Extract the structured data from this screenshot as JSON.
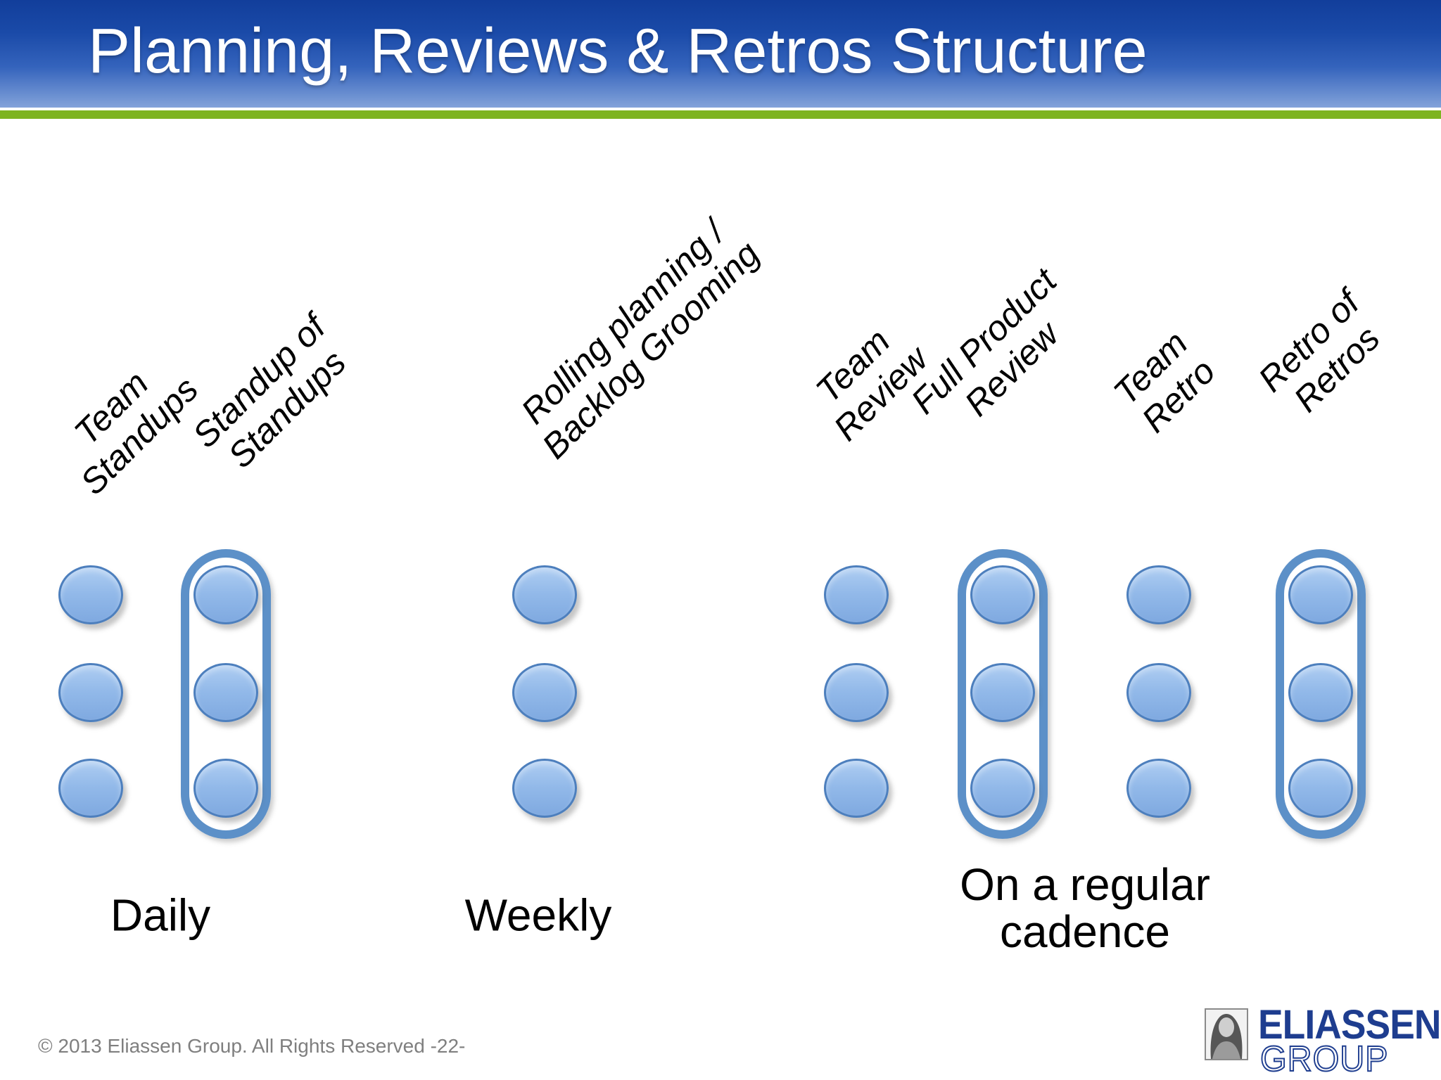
{
  "slide": {
    "title": "Planning, Reviews & Retros Structure"
  },
  "columns": [
    {
      "label": "Team\nStandups",
      "highlighted": false,
      "group": "Daily"
    },
    {
      "label": "Standup of\nStandups",
      "highlighted": true,
      "group": "Daily"
    },
    {
      "label": "Rolling planning /\nBacklog Grooming",
      "highlighted": false,
      "group": "Weekly"
    },
    {
      "label": "Team\nReview",
      "highlighted": false,
      "group": "On a regular cadence"
    },
    {
      "label": "Full Product\nReview",
      "highlighted": true,
      "group": "On a regular cadence"
    },
    {
      "label": "Team\nRetro",
      "highlighted": false,
      "group": "On a regular cadence"
    },
    {
      "label": "Retro of\nRetros",
      "highlighted": true,
      "group": "On a regular cadence"
    }
  ],
  "dots_per_column": 3,
  "cadence_groups": [
    {
      "label": "Daily"
    },
    {
      "label": "Weekly"
    },
    {
      "label": "On a regular\ncadence"
    }
  ],
  "footer": {
    "copyright": "© 2013 Eliassen Group. All Rights Reserved -22-"
  },
  "logo": {
    "icon": "mona-lisa-icon",
    "primary": "ELIASSEN",
    "secondary": "GROUP"
  },
  "colors": {
    "header_blue_top": "#123e9b",
    "header_blue_bottom": "#83a2da",
    "green_accent": "#7db421",
    "circle_fill": "#92b9e9",
    "circle_border": "#4d7fbd",
    "capsule_outline": "#5c90c8",
    "logo_blue": "#1e3d8f",
    "footer_gray": "#7f7f7f"
  }
}
